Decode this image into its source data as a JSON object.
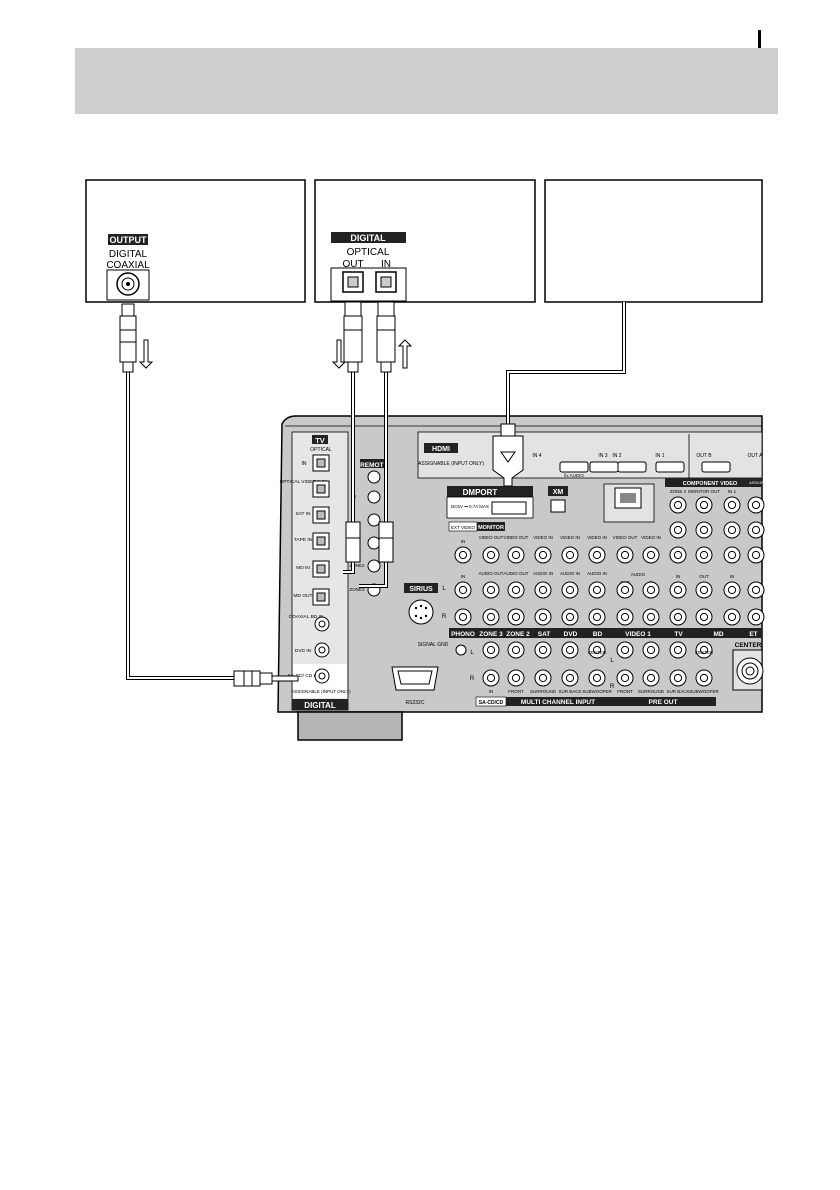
{
  "devices": {
    "left": {
      "panel_title": "OUTPUT",
      "jack_label_1": "DIGITAL",
      "jack_label_2": "COAXIAL"
    },
    "middle": {
      "panel_title": "DIGITAL",
      "sub_label": "OPTICAL",
      "out_label": "OUT",
      "in_label": "IN"
    }
  },
  "receiver": {
    "left_column": {
      "tv_badge": "TV",
      "optical_label": "OPTICAL",
      "in_label": "IN",
      "optical_video1": "OPTICAL VIDEO 1 IN",
      "sat_in": "SAT IN",
      "tape_in": "TAPE IN",
      "md_in": "MD IN",
      "md_out": "MD OUT",
      "coaxial_bd": "COAXIAL BD IN",
      "dvd_in": "DVD IN",
      "sacd_in": "SA-CD/ CD IN",
      "assignable": "ASSIGNABLE (INPUT ONLY)",
      "footer_label": "DIGITAL"
    },
    "remote": {
      "label": "REMOTE",
      "ir": "IR",
      "zone2": "ZONE2",
      "zone3": "ZONE3"
    },
    "hdmi": {
      "badge": "HDMI",
      "assignable": "ASSIGNABLE (INPUT ONLY)",
      "in4": "IN 4",
      "fix_audio": "fix AUDIO",
      "in3": "IN 3",
      "in2": "IN 2",
      "in1": "IN 1",
      "out_b": "OUT B",
      "out_a": "OUT A"
    },
    "dmport": {
      "badge": "DMPORT",
      "spec": "DC5V ⎓ 0.7A MAX"
    },
    "xm_label": "XM",
    "sirius_label": "SIRIUS",
    "ext_video": "EXT VIDEO",
    "monitor": "MONITOR",
    "video_out": "VIDEO OUT",
    "video_in": "VIDEO IN",
    "audio_out": "AUDIO OUT",
    "audio_in": "AUDIO IN",
    "in_short": "IN",
    "out_short": "OUT",
    "audio": "AUDIO",
    "l": "L",
    "r": "R",
    "component_video": "COMPONENT VIDEO",
    "zone2": "ZONE 2",
    "monitor_out": "MONITOR OUT",
    "in1": "IN 1",
    "assignable_short": "ASSIGNA",
    "source_labels": [
      "PHONO",
      "ZONE 3",
      "ZONE 2",
      "SAT",
      "DVD",
      "BD",
      "VIDEO 1",
      "TV",
      "MD",
      "ET"
    ],
    "signal_gnd": "SIGNAL GND",
    "rs232c": "RS232C",
    "center": "CENTER",
    "multi_channel_labels": [
      "IN",
      "FRONT",
      "SURROUND",
      "SUR BACK",
      "SUBWOOFER"
    ],
    "preout_labels": [
      "FRONT",
      "SURROUND",
      "SUR BACK",
      "SUBWOOFER"
    ],
    "sacd_badge": "SA-CD/CD",
    "multi_channel_input": "MULTI CHANNEL INPUT",
    "pre_out": "PRE OUT",
    "center_speaker": "CENTER"
  }
}
